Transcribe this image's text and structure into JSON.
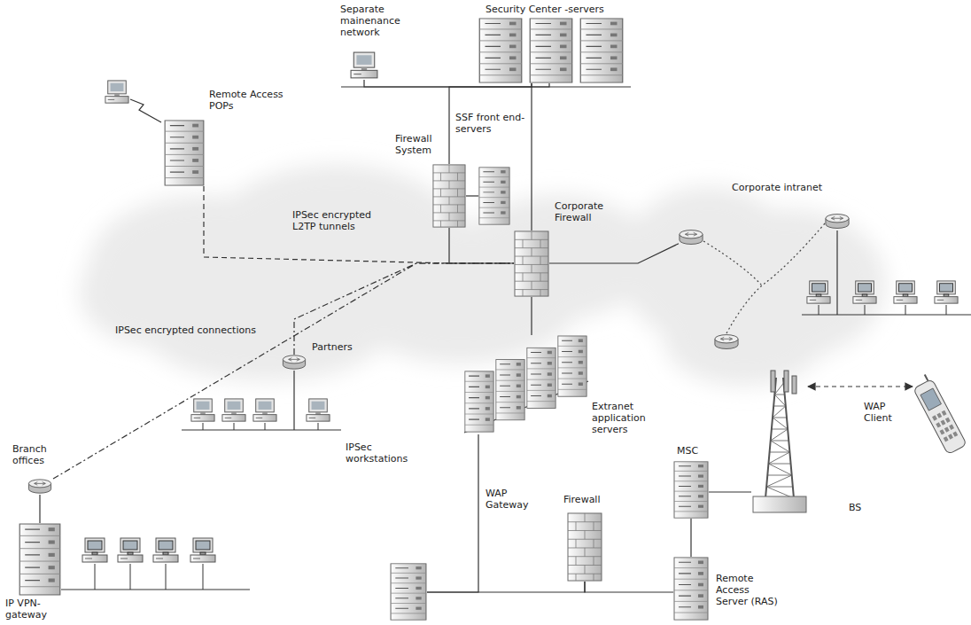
{
  "diagram": {
    "nodes": [
      {
        "text": [
          "Separate mainenance network"
        ]
      },
      {
        "text": [
          "Security Center -servers"
        ]
      },
      {
        "text": [
          "SSF front end-servers"
        ]
      },
      {
        "text": [
          "Firewall System"
        ]
      },
      {
        "text": [
          "Corporate Firewall"
        ]
      },
      {
        "text": [
          "Corporate intranet"
        ]
      },
      {
        "text": [
          "Remote Access POPs"
        ]
      },
      {
        "text": [
          "Partners"
        ]
      },
      {
        "text": [
          "IPSec workstations"
        ]
      },
      {
        "text": [
          "Branch offices"
        ]
      },
      {
        "text": [
          "IP VPN-gateway"
        ]
      },
      {
        "text": [
          "Extranet application servers"
        ]
      },
      {
        "text": [
          "WAP Gateway"
        ]
      },
      {
        "text": [
          "Firewall"
        ]
      },
      {
        "text": [
          "Remote Access Server (RAS)"
        ]
      },
      {
        "text": [
          "MSC"
        ]
      },
      {
        "text": [
          "BS"
        ]
      },
      {
        "text": [
          "WAP Client"
        ]
      }
    ],
    "edges": [
      {
        "from": 0,
        "to": 1,
        "arrow": "none"
      },
      {
        "from": 1,
        "to": 3,
        "arrow": "none"
      },
      {
        "from": 1,
        "to": 4,
        "arrow": "none"
      },
      {
        "from": 3,
        "to": 2,
        "arrow": "none"
      },
      {
        "from": 3,
        "to": 4,
        "arrow": "none"
      },
      {
        "from": 4,
        "to": 5,
        "arrow": "none"
      },
      {
        "from": 6,
        "to": 4,
        "label": "IPSec encrypted L2TP tunnels",
        "arrow": "none"
      },
      {
        "from": 9,
        "to": 4,
        "label": "IPSec encrypted connections",
        "arrow": "none"
      },
      {
        "from": 7,
        "to": 4,
        "arrow": "none"
      },
      {
        "from": 9,
        "to": 10,
        "arrow": "none"
      },
      {
        "from": 7,
        "to": 8,
        "arrow": "none"
      },
      {
        "from": 4,
        "to": 11,
        "arrow": "none"
      },
      {
        "from": 11,
        "to": 12,
        "arrow": "none"
      },
      {
        "from": 12,
        "to": 13,
        "arrow": "none"
      },
      {
        "from": 13,
        "to": 14,
        "arrow": "none"
      },
      {
        "from": 14,
        "to": 15,
        "arrow": "none"
      },
      {
        "from": 15,
        "to": 16,
        "arrow": "none"
      },
      {
        "from": 16,
        "to": 17,
        "arrow": "both"
      }
    ]
  }
}
